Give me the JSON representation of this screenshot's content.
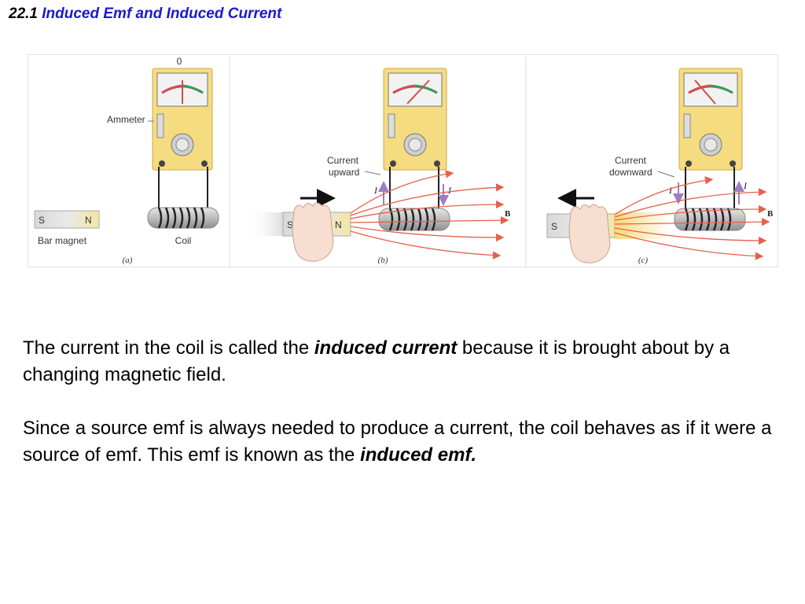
{
  "slide": {
    "section_number": "22.1",
    "title": "Induced Emf and Induced Current"
  },
  "figure": {
    "meter_zero_label": "0",
    "ammeter_label": "Ammeter",
    "bar_magnet_label": "Bar magnet",
    "coil_label": "Coil",
    "pole_s": "S",
    "pole_n": "N",
    "current_label_b": [
      "Current",
      "upward"
    ],
    "current_label_c": [
      "Current",
      "downward"
    ],
    "current_symbol": "I",
    "field_label": "B",
    "captions": [
      "(a)",
      "(b)",
      "(c)"
    ]
  },
  "body": {
    "p1_before": "The current in the coil is called the ",
    "p1_emph": "induced current",
    "p1_after": " because it is brought about by a changing magnetic field.",
    "p2_before": "Since a source emf is always needed to produce a current, the coil behaves as if it were a source of emf.  This emf is known as the ",
    "p2_emph": "induced emf."
  },
  "colors": {
    "title_accent": "#1a1acc",
    "meter_body": "#f6dc80",
    "field_lines": "#e8604a",
    "current_arrows": "#9a7fc4"
  }
}
